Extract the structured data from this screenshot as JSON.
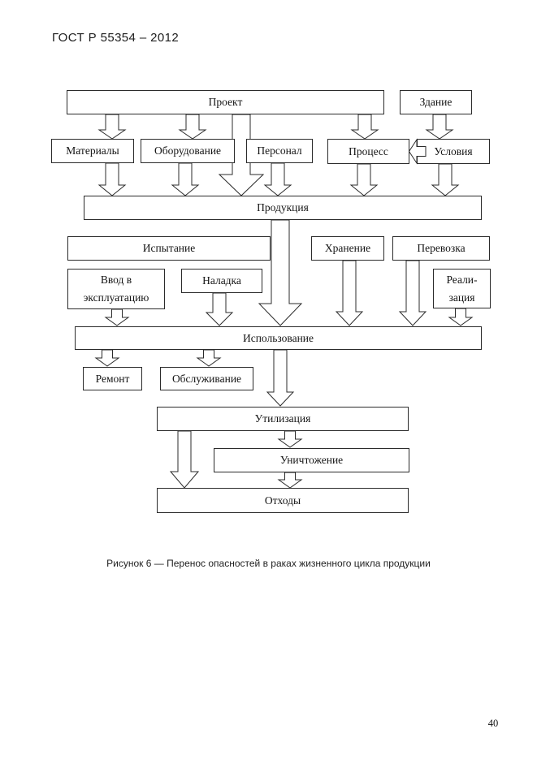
{
  "page": {
    "header": "ГОСТ Р 55354 – 2012",
    "caption": "Рисунок 6 — Перенос опасностей в раках жизненного цикла продукции",
    "page_number": "40"
  },
  "diagram": {
    "line_color": "#2b2b2b",
    "nodes": {
      "proekt": {
        "label": "Проект"
      },
      "zdanie": {
        "label": "Здание"
      },
      "materialy": {
        "label": "Материалы"
      },
      "oborudovanie": {
        "label": "Оборудование"
      },
      "personal": {
        "label": "Персонал"
      },
      "process": {
        "label": "Процесс"
      },
      "usloviya": {
        "label": "Условия"
      },
      "produkciya": {
        "label": "Продукция"
      },
      "ispytanie": {
        "label": "Испытание"
      },
      "khranenie": {
        "label": "Хранение"
      },
      "perevozka": {
        "label": "Перевозка"
      },
      "vvod": {
        "label": "Ввод в\nэксплуатацию"
      },
      "naladka": {
        "label": "Наладка"
      },
      "realizaciya": {
        "label": "Реали-\nзация"
      },
      "ispolzovanie": {
        "label": "Использование"
      },
      "remont": {
        "label": "Ремонт"
      },
      "obsluzhivanie": {
        "label": "Обслуживание"
      },
      "utilizaciya": {
        "label": "Утилизация"
      },
      "unichtozhenie": {
        "label": "Уничтожение"
      },
      "othody": {
        "label": "Отходы"
      }
    },
    "edges": [
      {
        "from": "Проект",
        "to": "Материалы"
      },
      {
        "from": "Проект",
        "to": "Оборудование"
      },
      {
        "from": "Проект",
        "to": "Персонал"
      },
      {
        "from": "Проект",
        "to": "Процесс"
      },
      {
        "from": "Проект",
        "to": "Продукция"
      },
      {
        "from": "Здание",
        "to": "Условия"
      },
      {
        "from": "Условия",
        "to": "Процесс"
      },
      {
        "from": "Материалы",
        "to": "Продукция"
      },
      {
        "from": "Оборудование",
        "to": "Продукция"
      },
      {
        "from": "Персонал",
        "to": "Продукция"
      },
      {
        "from": "Процесс",
        "to": "Продукция"
      },
      {
        "from": "Условия",
        "to": "Продукция"
      },
      {
        "from": "Продукция",
        "to": "Использование"
      },
      {
        "from": "Хранение",
        "to": "Использование"
      },
      {
        "from": "Перевозка",
        "to": "Использование"
      },
      {
        "from": "Реализация",
        "to": "Использование"
      },
      {
        "from": "Наладка",
        "to": "Использование"
      },
      {
        "from": "Ввод в эксплуатацию",
        "to": "Использование"
      },
      {
        "from": "Использование",
        "to": "Ремонт"
      },
      {
        "from": "Использование",
        "to": "Обслуживание"
      },
      {
        "from": "Использование",
        "to": "Утилизация"
      },
      {
        "from": "Утилизация",
        "to": "Уничтожение"
      },
      {
        "from": "Утилизация",
        "to": "Отходы"
      },
      {
        "from": "Уничтожение",
        "to": "Отходы"
      }
    ]
  }
}
